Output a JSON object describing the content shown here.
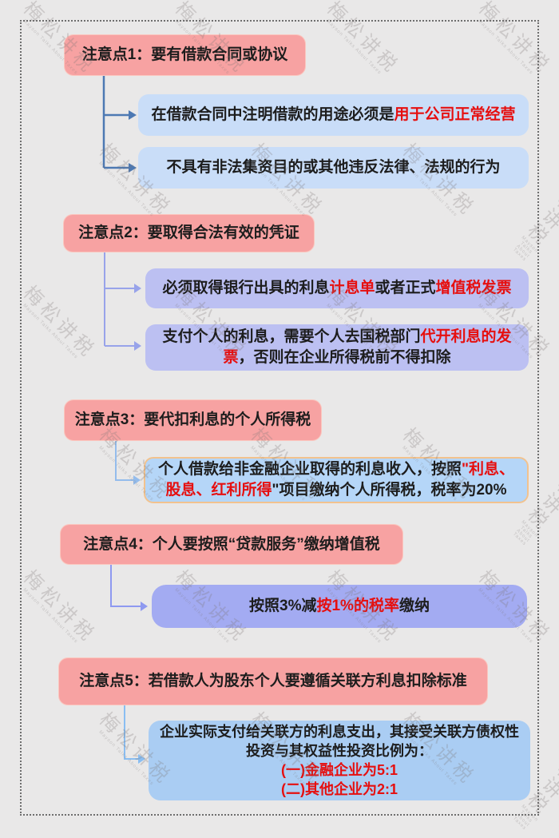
{
  "watermark": {
    "text": "梅松讲税",
    "subtext": "Mayson Talks About Taxes"
  },
  "colors": {
    "background": "#e9e8e8",
    "header_pink": "#f7a2a2",
    "section1_box": "#c9ddf8",
    "section2_box": "#bcc0f2",
    "section3_box_fill": "#b5d6f8",
    "section3_box_border": "#f2c28e",
    "section4_box": "#a3abf2",
    "section5_box": "#aacdf3",
    "highlight_red": "#e60f0f",
    "connector1": "#4d79b3",
    "connector2": "#98a3ea",
    "connector3": "#94bcec",
    "connector4": "#8e99f0",
    "connector5": "#8abef2"
  },
  "sections": [
    {
      "header": "注意点1：要有借款合同或协议",
      "items": [
        {
          "runs": [
            {
              "text": "在借款合同中注明借款的用途必须是",
              "red": false
            },
            {
              "text": "用于公司正常经营",
              "red": true
            }
          ]
        },
        {
          "runs": [
            {
              "text": "不具有非法集资目的或其他违反法律、法规的行为",
              "red": false
            }
          ]
        }
      ]
    },
    {
      "header": "注意点2：要取得合法有效的凭证",
      "items": [
        {
          "runs": [
            {
              "text": "必须取得银行出具的利息",
              "red": false
            },
            {
              "text": "计息单",
              "red": true
            },
            {
              "text": "或者正式",
              "red": false
            },
            {
              "text": "增值税发票",
              "red": true
            }
          ]
        },
        {
          "runs": [
            {
              "text": "支付个人的利息，需要个人去国税部门",
              "red": false
            },
            {
              "text": "代开利息的发票",
              "red": true
            },
            {
              "text": "，否则在企业所得税前不得扣除",
              "red": false
            }
          ]
        }
      ]
    },
    {
      "header": "注意点3：要代扣利息的个人所得税",
      "items": [
        {
          "runs": [
            {
              "text": "个人借款给非金融企业取得的利息收入，按照",
              "red": false
            },
            {
              "text": "\"利息、股息、红利所得",
              "red": true
            },
            {
              "text": "\"项目缴纳个人所得税，税率为20%",
              "red": false
            }
          ]
        }
      ]
    },
    {
      "header": "注意点4：个人要按照“贷款服务”缴纳增值税",
      "items": [
        {
          "runs": [
            {
              "text": "按照3%减",
              "red": false
            },
            {
              "text": "按1%的税率",
              "red": true
            },
            {
              "text": "缴纳",
              "red": false
            }
          ]
        }
      ]
    },
    {
      "header": "注意点5：若借款人为股东个人要遵循关联方利息扣除标准",
      "items": [
        {
          "runs": [
            {
              "text": "企业实际支付给关联方的利息支出，其接受关联方债权性投资与其权益性投资比例为：\n",
              "red": false
            },
            {
              "text": "(一)金融企业为5:1\n",
              "red": true
            },
            {
              "text": "(二)其他企业为2:1",
              "red": true
            }
          ]
        }
      ]
    }
  ]
}
